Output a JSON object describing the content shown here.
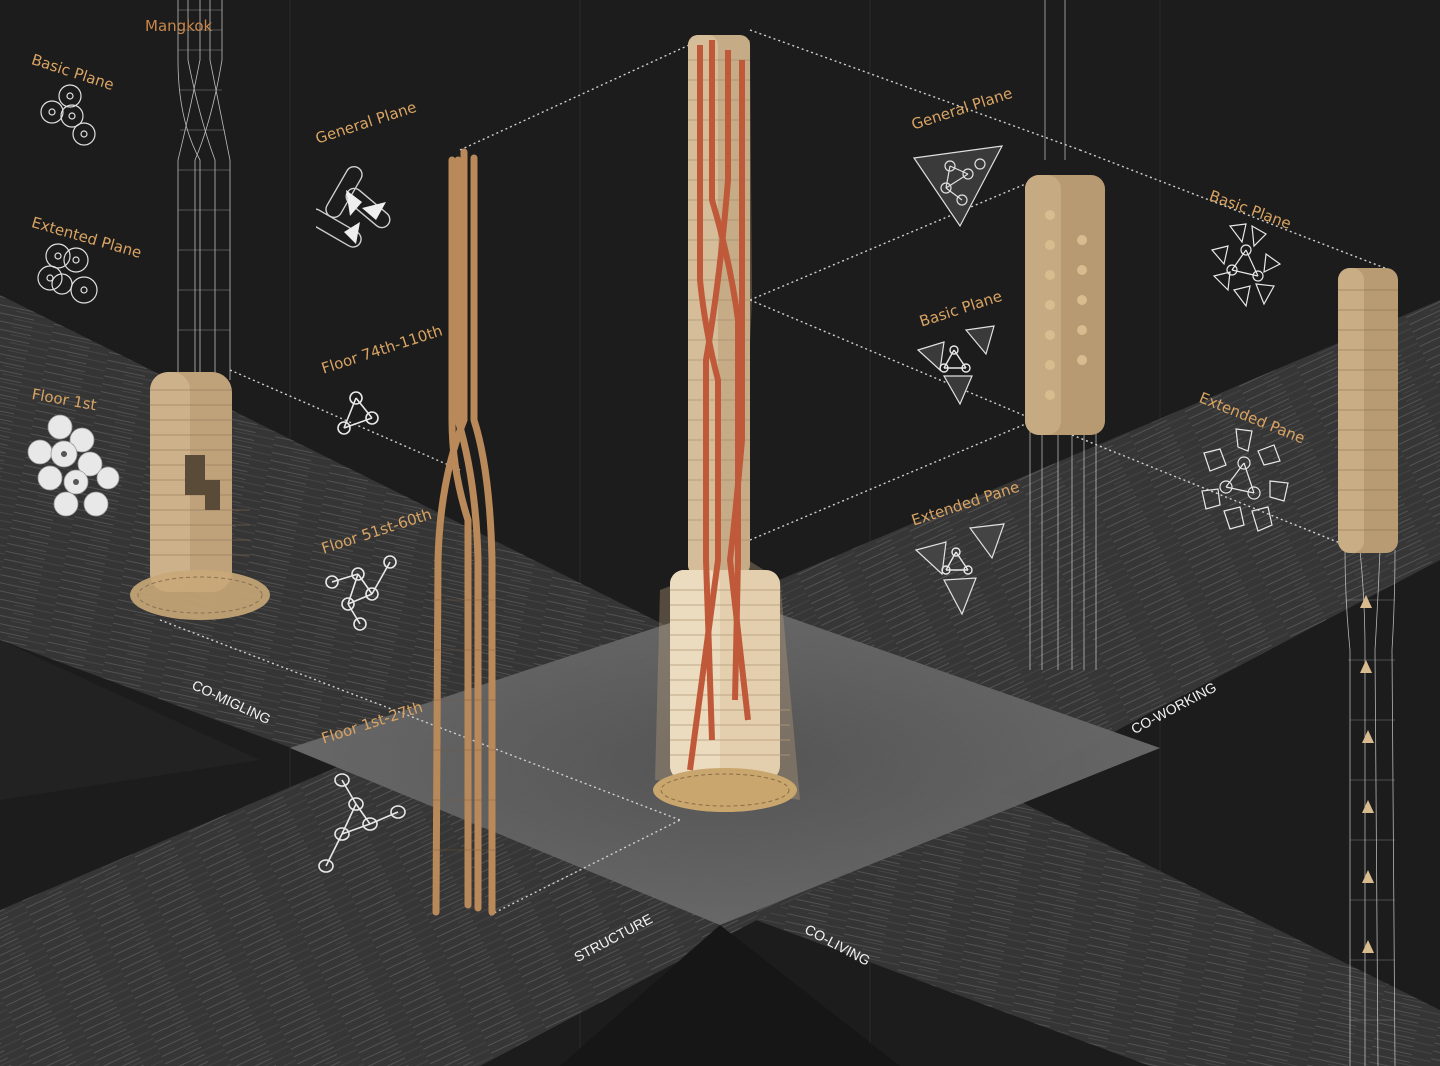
{
  "title": "Mangkok",
  "colors": {
    "background": "#1c1c1c",
    "band": "#3a3a3a",
    "ground_plane": "#6b6b6b",
    "label_orange": "#d9a463",
    "tower_tan": "#c9a878",
    "tower_light": "#e6d3b1",
    "structure_red": "#c0583a",
    "wireframe": "#d8d8d8"
  },
  "left_panel": {
    "labels": [
      {
        "text": "Basic Plane",
        "icon": "basic-plane-pattern-icon"
      },
      {
        "text": "Extented Plane",
        "icon": "extended-plane-pattern-icon"
      },
      {
        "text": "Floor 1st",
        "icon": "floor-1st-pattern-icon"
      }
    ]
  },
  "structure_panel": {
    "labels": [
      {
        "text": "General Plane",
        "icon": "general-plane-tube-icon"
      },
      {
        "text": "Floor 74th-110th",
        "icon": "node-graph-3-icon"
      },
      {
        "text": "Floor 51st-60th",
        "icon": "node-graph-6-icon"
      },
      {
        "text": "Floor 1st-27th",
        "icon": "node-graph-7-icon"
      }
    ]
  },
  "right_panel_1": {
    "labels": [
      {
        "text": "General Plane",
        "icon": "triangular-module-icon"
      },
      {
        "text": "Basic Plane",
        "icon": "triangular-module-basic-icon"
      },
      {
        "text": "Extended Pane",
        "icon": "triangular-module-extended-icon"
      }
    ]
  },
  "right_panel_2": {
    "labels": [
      {
        "text": "Basic Plane",
        "icon": "hex-flower-icon"
      },
      {
        "text": "Extended Pane",
        "icon": "snowflake-module-icon"
      }
    ]
  },
  "bands": {
    "co_migling": "CO-MIGLING",
    "structure": "STRUCTURE",
    "co_living": "CO-LIVING",
    "co_working": "CO-WORKING"
  }
}
